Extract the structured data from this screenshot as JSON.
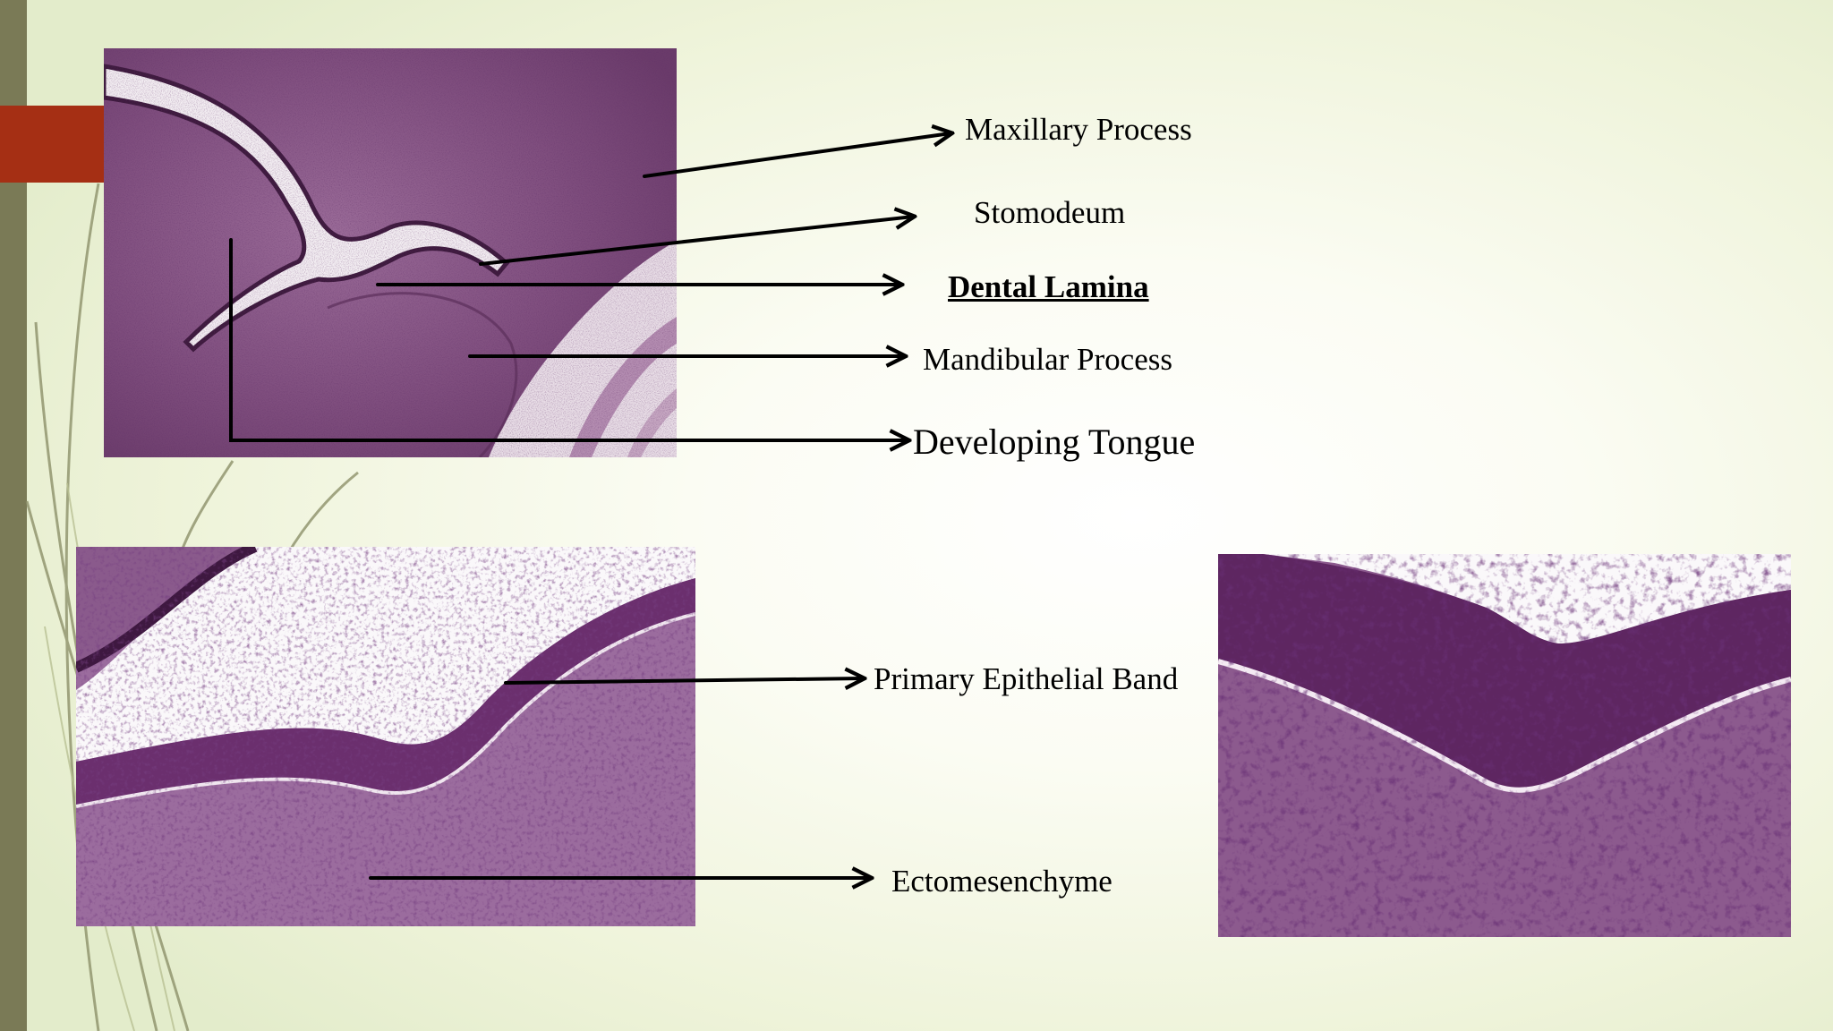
{
  "slide": {
    "colors": {
      "background": "#f4f7e6",
      "left_bar": "#7a7a56",
      "accent_tab": "#a52f14",
      "tissue_stain": "#8a5a86",
      "arrow": "#000000"
    }
  },
  "labels": {
    "maxillary_process": "Maxillary Process",
    "stomodeum": "Stomodeum",
    "dental_lamina": "Dental Lamina",
    "mandibular_process": "Mandibular Process",
    "developing_tongue": "Developing Tongue",
    "primary_epithelial_band": "Primary Epithelial Band",
    "ectomesenchyme": "Ectomesenchyme"
  }
}
